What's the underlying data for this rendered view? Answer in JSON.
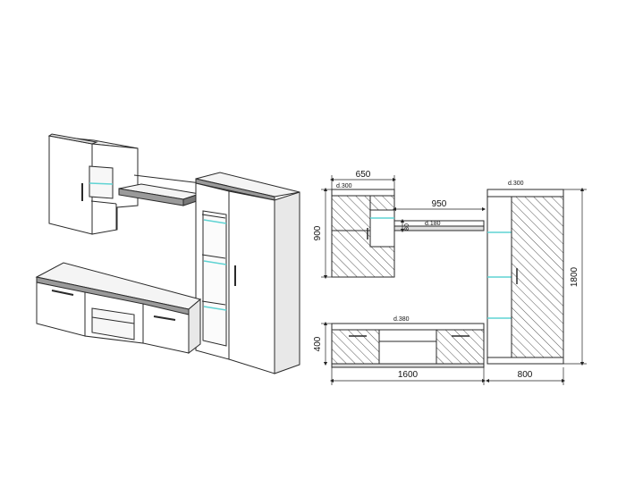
{
  "colors": {
    "line": "#2a2a2a",
    "hatch": "#555555",
    "glass": "#5fd3d3",
    "shadow": "#bdbdbd",
    "panel": "#ffffff"
  },
  "isometric_view": {
    "label": ""
  },
  "front_view": {
    "dimensions": {
      "wall_cabinet_width": "650",
      "wall_cabinet_depth": "d.300",
      "wall_cabinet_height": "900",
      "shelf_span": "950",
      "shelf_depth": "d.180",
      "shelf_thickness": "80",
      "tall_cabinet_depth": "d.300",
      "tall_cabinet_height": "1800",
      "tv_base_depth": "d.380",
      "tv_base_height": "400",
      "tv_base_width": "1600",
      "tall_cabinet_width": "800"
    }
  }
}
